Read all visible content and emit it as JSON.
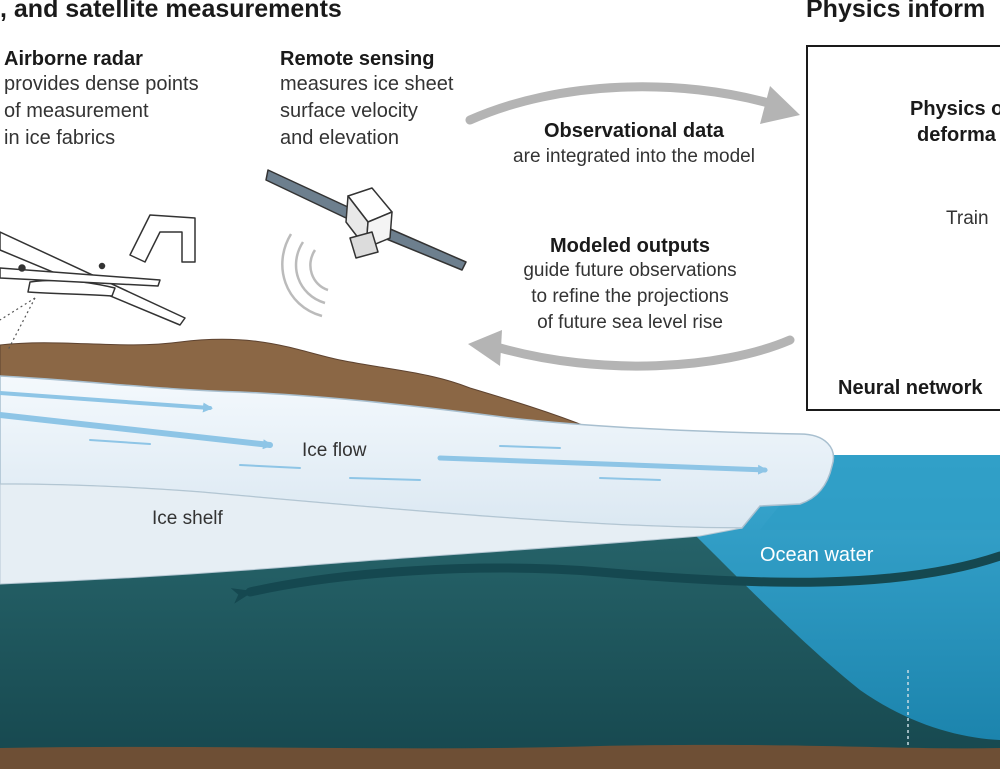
{
  "header": {
    "left_title": ", and satellite measurements",
    "right_title": "Physics inform"
  },
  "airborne_radar": {
    "title": "Airborne radar",
    "lines": [
      "provides dense points",
      "of measurement",
      "in ice fabrics"
    ]
  },
  "remote_sensing": {
    "title": "Remote sensing",
    "lines": [
      "measures ice sheet",
      "surface velocity",
      "and elevation"
    ]
  },
  "observational_data": {
    "title": "Observational data",
    "lines": [
      "are integrated into the model"
    ]
  },
  "modeled_outputs": {
    "title": "Modeled outputs",
    "lines": [
      "guide future observations",
      "to refine the projections",
      "of future sea level rise"
    ]
  },
  "model_panel": {
    "physics_line1": "Physics o",
    "physics_line2": "deforma",
    "train_label": "Train",
    "network_label": "Neural network"
  },
  "scene_labels": {
    "ice_flow": "Ice flow",
    "ice_shelf": "Ice shelf",
    "ocean_water": "Ocean water"
  },
  "colors": {
    "ice": "#e8f1f8",
    "ice_flow_arrow": "#8ec5e6",
    "rock": "#8b6745",
    "deep_ocean": "#1f5e66",
    "ocean_water": "#2a97c2",
    "node": "#2a8fb0",
    "cycle_arrow": "#b4b4b4"
  }
}
